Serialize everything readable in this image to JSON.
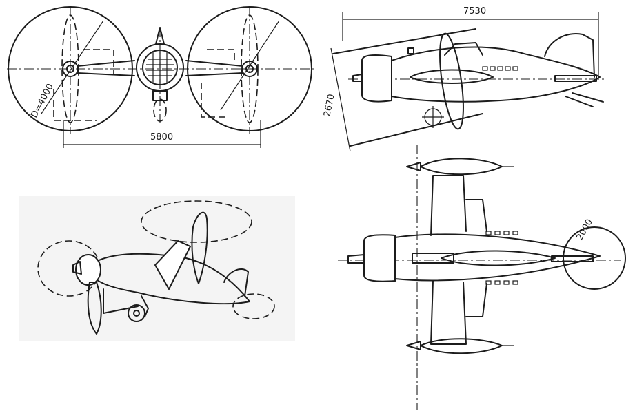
{
  "dimensions": {
    "propeller_diameter": "D=4000",
    "span": "5800",
    "length": "7530",
    "height": "2670",
    "rear_prop_diameter": "2000"
  },
  "views": [
    "front-view",
    "side-view",
    "perspective-view",
    "top-view"
  ]
}
